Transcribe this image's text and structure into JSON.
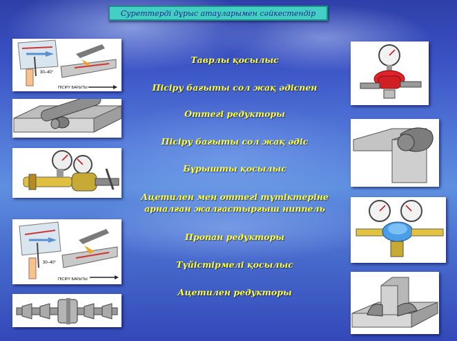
{
  "title": "Суреттерді дұрыс атауларымен сәйкестендір",
  "labels": [
    "Таврлы қосылыс",
    "Пісіру бағыты сол жақ әдіспен",
    "Оттегі редукторы",
    "Пісіру бағыты сол жақ әдіс",
    "Бұрышты қосылыс",
    "Ацетилен мен оттегі түтіктеріне арналған жалғастырғыш ниппель",
    "Пропан редукторы",
    "Түйістірмелі қосылыс",
    "Ацетилен редукторы"
  ],
  "diagram_text": {
    "angle": "30–40°",
    "direction": "ПІСІРУ БАҒЫТЫ"
  },
  "colors": {
    "title_bg": "#44cfc4",
    "label_text": "#ffff33",
    "background": "#3a52c4"
  }
}
